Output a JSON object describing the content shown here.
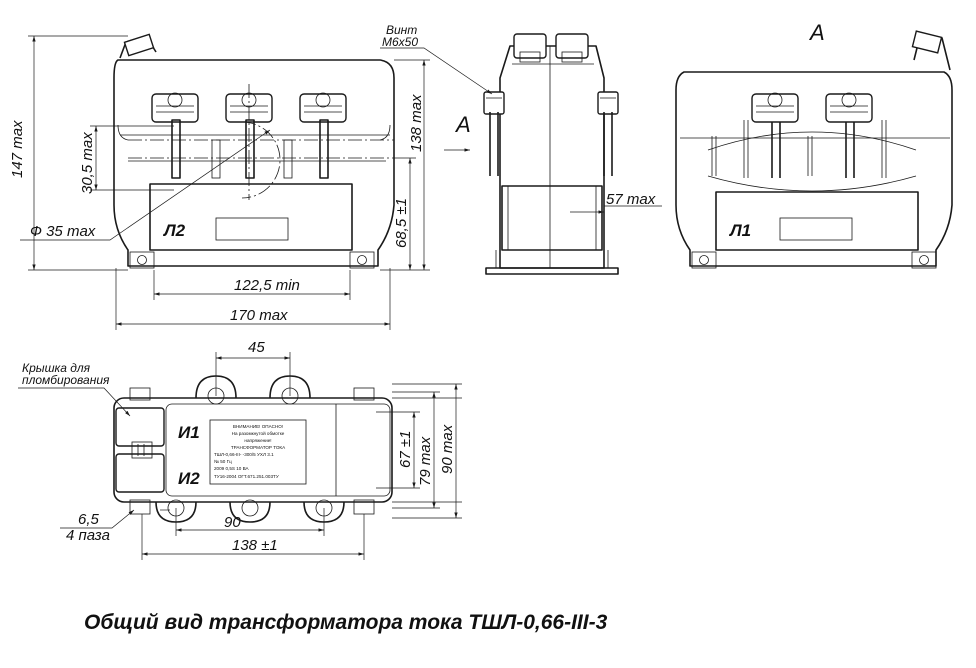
{
  "caption": "Общий вид трансформатора тока ТШЛ-0,66-III-3",
  "front_view": {
    "terminal_mark": "Л2",
    "dims": {
      "overall_height": "147 max",
      "body_height": "138 max",
      "window_pitch": "30,5 max",
      "window_diameter": "Ф 35 max",
      "base_to_axis": "68,5 ±1",
      "window_width": "122,5 min",
      "overall_width": "170 max"
    }
  },
  "side_view": {
    "section_label": "A",
    "screw_label_line1": "Винт",
    "screw_label_line2": "М6х50",
    "dims": {
      "depth": "57 max"
    }
  },
  "rear_view": {
    "view_label": "A",
    "terminal_mark": "Л1"
  },
  "top_view": {
    "cover_label_line1": "Крышка для",
    "cover_label_line2": "пломбирования",
    "terminal_marks": [
      "И1",
      "И2"
    ],
    "plate_lines": [
      "ВНИМАНИЕ! ОПАСНО!",
      "На разомкнутой обмотке",
      "напряжение!",
      "ТРАНСФОРМАТОР ТОКА",
      "ТШЛ-0,66-III-   -300/5 УХЛ 3.1",
      "№                    50 Гц",
      "2009    0,5S    10 ВА",
      "ТУ16-2004 ОГТ.671.251.003ТУ"
    ],
    "dims": {
      "hole_pitch_top": "45",
      "hole_pitch_bottom": "90",
      "inner_height": "67 ±1",
      "mid_height": "79 max",
      "overall_height": "90 max",
      "hole_size": "6,5",
      "hole_count": "4 паза",
      "mount_span": "138 ±1"
    }
  }
}
